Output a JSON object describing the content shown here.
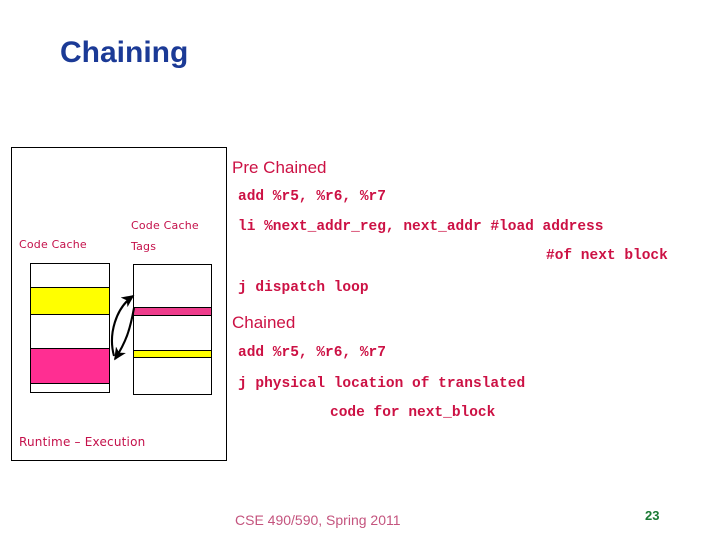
{
  "slide": {
    "title": "Chaining",
    "title_color": "#1b3a96"
  },
  "diagram": {
    "frame_label": "Runtime – Execution",
    "left_box": {
      "label": "Code Cache",
      "bands": [
        {
          "name": "empty-top",
          "color": "#ffffff"
        },
        {
          "name": "yellow-block",
          "color": "#ffff00"
        },
        {
          "name": "empty-mid",
          "color": "#ffffff"
        },
        {
          "name": "pink-block",
          "color": "#ff2e92"
        },
        {
          "name": "empty-bottom",
          "color": "#ffffff"
        }
      ]
    },
    "right_box": {
      "label_line1": "Code Cache",
      "label_line2": "Tags",
      "bands": [
        {
          "name": "empty-top",
          "color": "#ffffff"
        },
        {
          "name": "pink-stripe",
          "color": "#ee3d8c"
        },
        {
          "name": "empty-mid",
          "color": "#ffffff"
        },
        {
          "name": "yellow-stripe",
          "color": "#ffff00"
        },
        {
          "name": "empty-bottom",
          "color": "#ffffff"
        }
      ]
    },
    "arrows": [
      {
        "name": "arrow-cache-to-tags",
        "direction": "right-up"
      },
      {
        "name": "arrow-tags-to-cache",
        "direction": "left-down"
      }
    ],
    "label_color": "#c4104a"
  },
  "content": {
    "text_color": "#cc1144",
    "pre_chained": {
      "heading": "Pre Chained",
      "lines": [
        "add %r5, %r6, %r7",
        "li %next_addr_reg, next_addr #load address",
        "#of next block",
        "j dispatch loop"
      ]
    },
    "chained": {
      "heading": "Chained",
      "lines": [
        "add %r5, %r6, %r7",
        "j physical location of translated",
        "code for next_block"
      ]
    }
  },
  "footer": {
    "course": "CSE 490/590, Spring 2011",
    "page_number": "23",
    "page_number_color": "#1a7a34"
  }
}
